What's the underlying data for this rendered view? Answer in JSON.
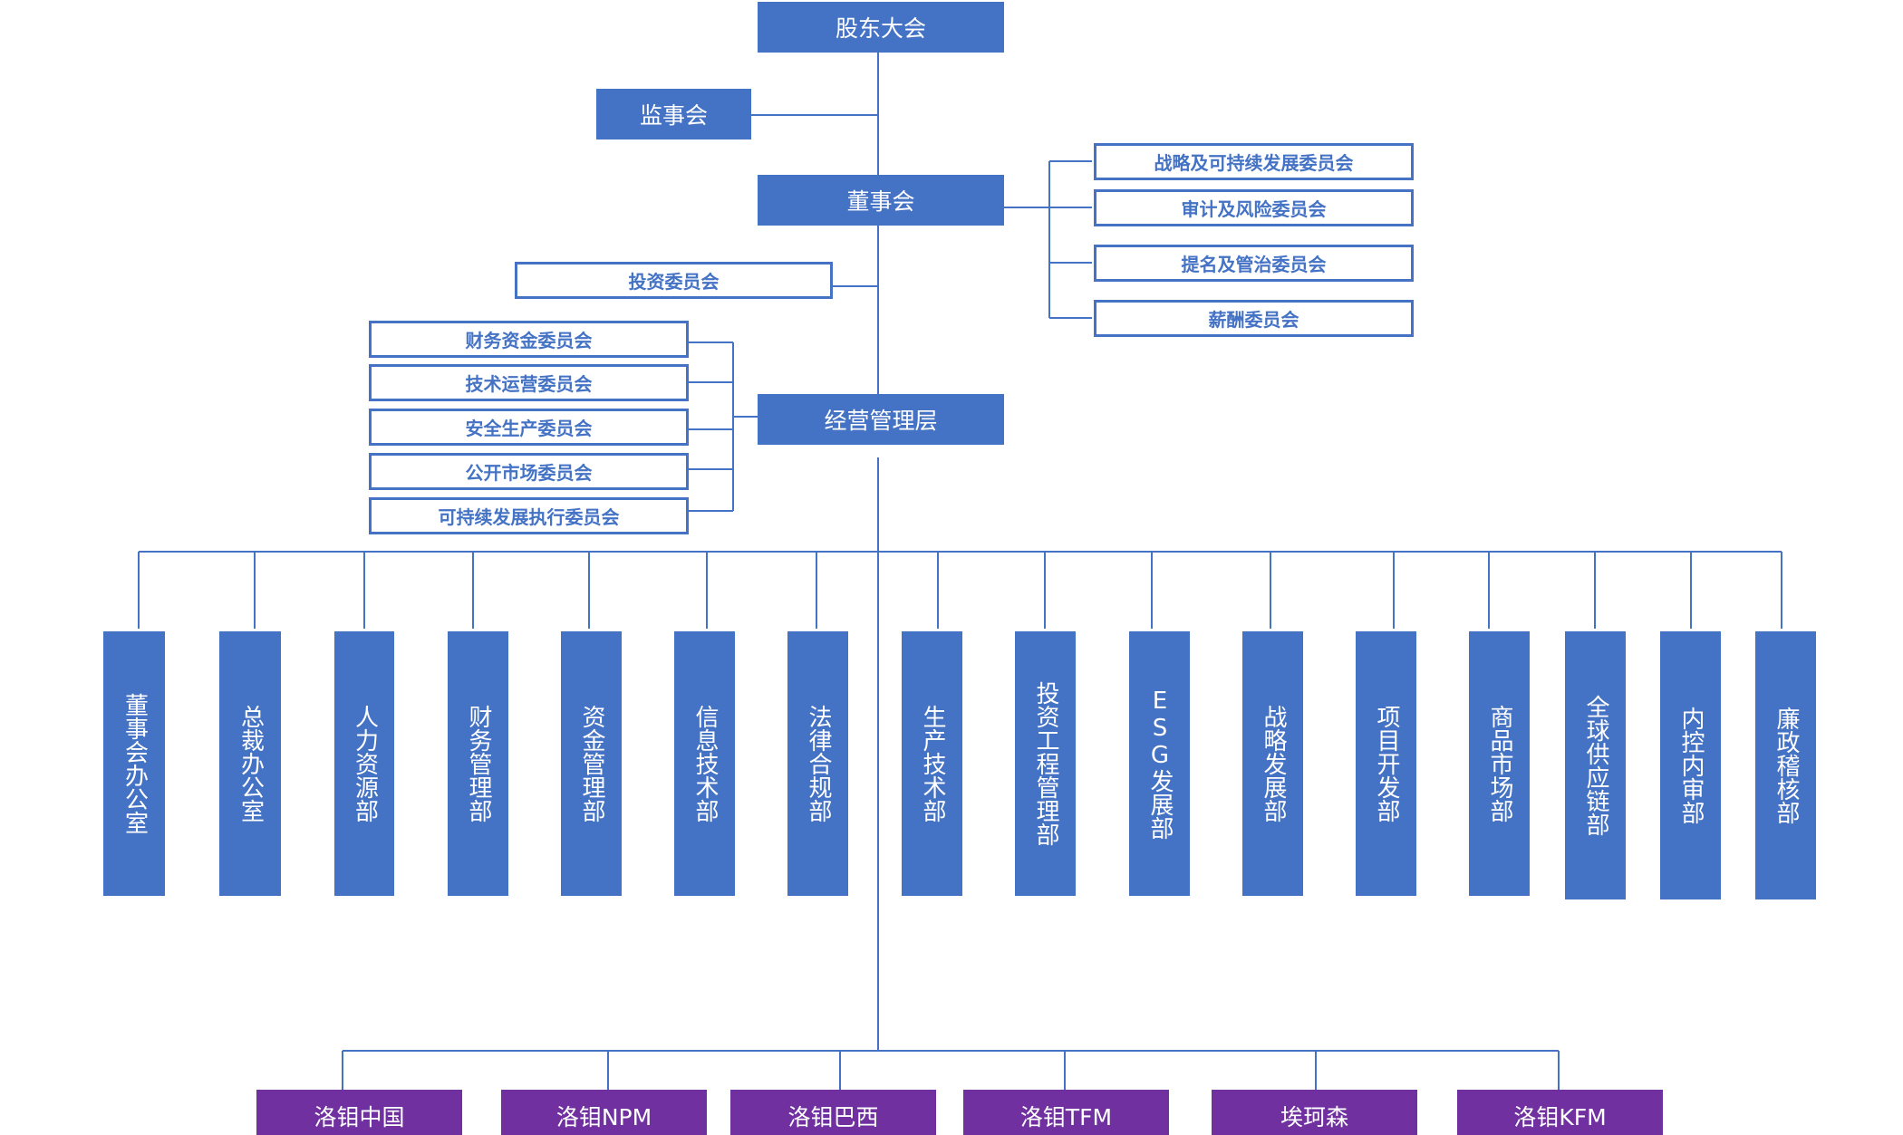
{
  "top": {
    "shareholders": "股东大会",
    "supervisory_board": "监事会",
    "board": "董事会",
    "investment_committee": "投资委员会",
    "management": "经营管理层"
  },
  "board_committees": [
    "战略及可持续发展委员会",
    "审计及风险委员会",
    "提名及管治委员会",
    "薪酬委员会"
  ],
  "management_committees": [
    "财务资金委员会",
    "技术运营委员会",
    "安全生产委员会",
    "公开市场委员会",
    "可持续发展执行委员会"
  ],
  "departments": [
    "董事会办公室",
    "总裁办公室",
    "人力资源部",
    "财务管理部",
    "资金管理部",
    "信息技术部",
    "法律合规部",
    "生产技术部",
    "投资工程管理部",
    "ESG发展部",
    "战略发展部",
    "项目开发部",
    "商品市场部",
    "全球供应链部",
    "内控内审部",
    "廉政稽核部"
  ],
  "subsidiaries": [
    "洛钼中国",
    "洛钼NPM",
    "洛钼巴西",
    "洛钼TFM",
    "埃珂森",
    "洛钼KFM"
  ],
  "colors": {
    "primary": "#4472C4",
    "subsidiary": "#7030A0"
  }
}
